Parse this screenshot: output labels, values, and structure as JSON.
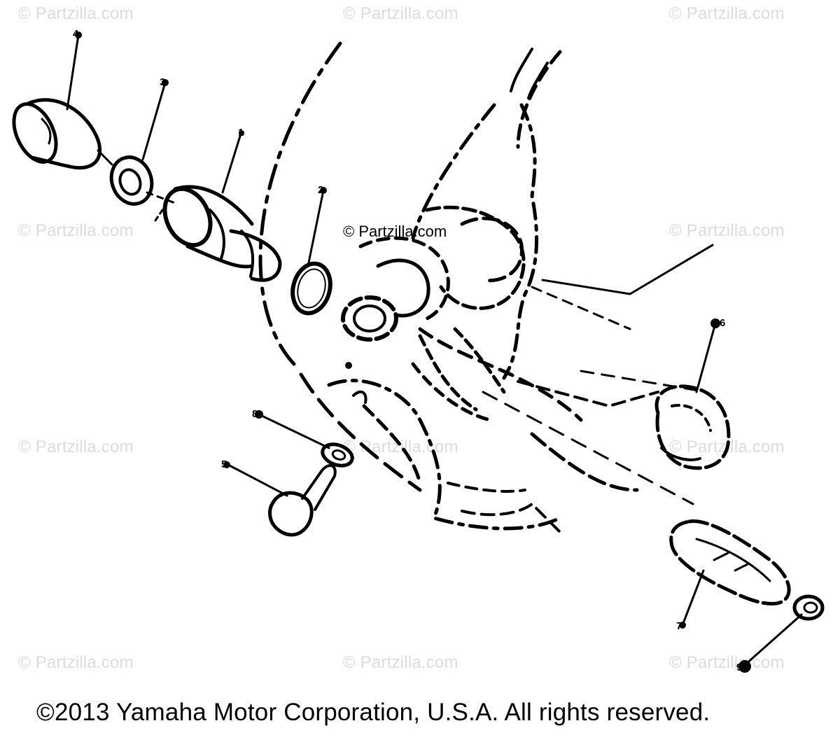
{
  "watermark": {
    "text": "© Partzilla.com",
    "center_text": "© Partzilla.com"
  },
  "diagram": {
    "callouts": [
      "4",
      "3",
      "1",
      "2",
      "6",
      "8",
      "5",
      "7",
      "9"
    ]
  },
  "footer": {
    "copyright": "©2013 Yamaha Motor Corporation, U.S.A. All rights reserved."
  }
}
